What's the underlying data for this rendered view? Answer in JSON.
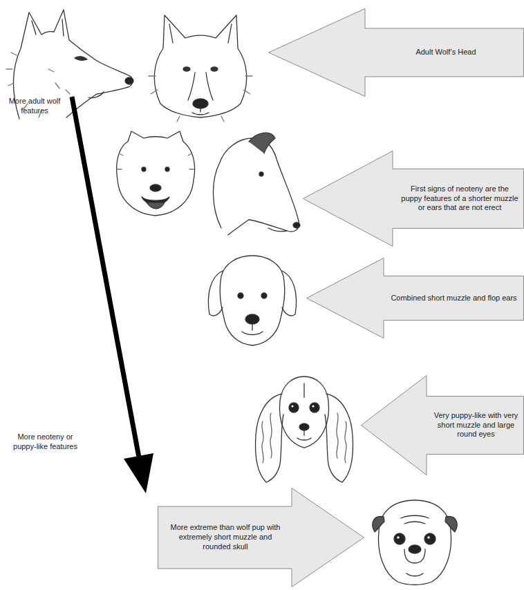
{
  "diagram": {
    "nodes": [
      {
        "text": [
          "Adult Wolf’s Head"
        ]
      },
      {
        "text": [
          "First signs of neoteny are the puppy features of a shorter muzzle or ears that are not erect"
        ]
      },
      {
        "text": [
          "Combined short muzzle and flop ears"
        ]
      },
      {
        "text": [
          "Very puppy-like with very short muzzle and large round eyes"
        ]
      },
      {
        "text": [
          "More extreme than wolf pup with extremely short muzzle and rounded skull"
        ]
      }
    ],
    "labels": [
      "More adult wolf features",
      "More neoteny or puppy-like features"
    ]
  }
}
